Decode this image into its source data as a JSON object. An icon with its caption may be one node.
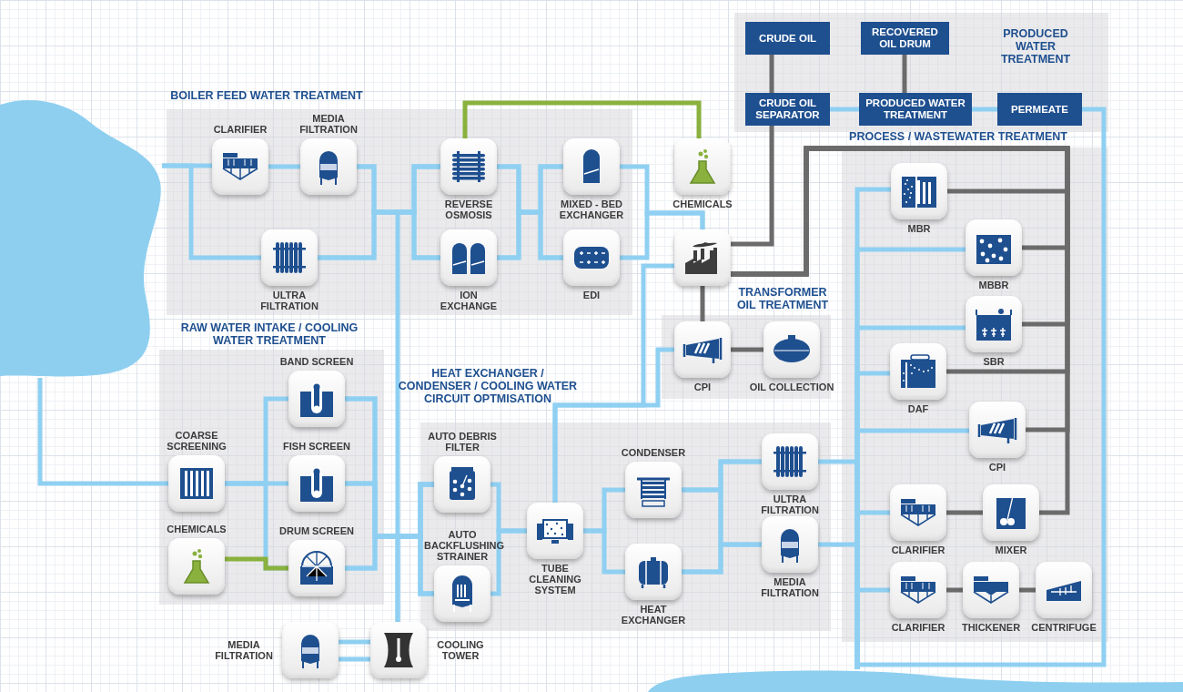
{
  "diagram": {
    "nodes": [
      {
        "text": [],
        "shape": "lake"
      },
      {
        "text": [
          "BOILER FEED WATER TREATMENT"
        ]
      },
      {
        "text": [
          "CLARIFIER"
        ],
        "in": 1
      },
      {
        "text": [
          "MEDIA FILTRATION"
        ],
        "in": 1
      },
      {
        "text": [
          "ULTRA FILTRATION"
        ],
        "in": 1
      },
      {
        "text": [
          "REVERSE OSMOSIS"
        ],
        "in": 1
      },
      {
        "text": [
          "ION EXCHANGE"
        ],
        "in": 1
      },
      {
        "text": [
          "MIXED - BED EXCHANGER"
        ],
        "in": 1
      },
      {
        "text": [
          "EDI"
        ],
        "in": 1
      },
      {
        "text": [
          "CHEMICALS"
        ]
      },
      {
        "text": [],
        "shape": "picture"
      },
      {
        "text": [
          "PRODUCED WATER TREATMENT"
        ]
      },
      {
        "text": [
          "CRUDE OIL"
        ],
        "in": 11
      },
      {
        "text": [
          "RECOVERED OIL DRUM"
        ],
        "in": 11
      },
      {
        "text": [
          "CRUDE OIL SEPARATOR"
        ],
        "in": 11
      },
      {
        "text": [
          "PRODUCED WATER TREATMENT"
        ],
        "in": 11
      },
      {
        "text": [
          "PERMEATE"
        ],
        "in": 11
      },
      {
        "text": [
          "TRANSFORMER OIL TREATMENT"
        ]
      },
      {
        "text": [
          "CPI"
        ],
        "in": 17
      },
      {
        "text": [
          "OIL COLLECTION"
        ],
        "in": 17
      },
      {
        "text": [
          "PROCESS / WASTEWATER TREATMENT"
        ]
      },
      {
        "text": [
          "MBR"
        ],
        "in": 20
      },
      {
        "text": [
          "MBBR"
        ],
        "in": 20
      },
      {
        "text": [
          "SBR"
        ],
        "in": 20
      },
      {
        "text": [
          "DAF"
        ],
        "in": 20
      },
      {
        "text": [
          "CPI"
        ],
        "in": 20
      },
      {
        "text": [
          "CLARIFIER"
        ],
        "in": 20
      },
      {
        "text": [
          "MIXER"
        ],
        "in": 20
      },
      {
        "text": [
          "CLARIFIER"
        ],
        "in": 20
      },
      {
        "text": [
          "THICKENER"
        ],
        "in": 20
      },
      {
        "text": [
          "CENTRIFUGE"
        ],
        "in": 20
      },
      {
        "text": [
          "RAW WATER INTAKE / COOLING WATER TREATMENT"
        ]
      },
      {
        "text": [
          "BAND SCREEN"
        ],
        "in": 31
      },
      {
        "text": [
          "COARSE SCREENING"
        ],
        "in": 31
      },
      {
        "text": [
          "FISH SCREEN"
        ],
        "in": 31
      },
      {
        "text": [
          "CHEMICALS"
        ],
        "in": 31
      },
      {
        "text": [
          "DRUM SCREEN"
        ],
        "in": 31
      },
      {
        "text": [
          "HEAT EXCHANGER / CONDENSER / COOLING WATER CIRCUIT OPTMISATION"
        ]
      },
      {
        "text": [
          "AUTO DEBRIS FILTER"
        ],
        "in": 37
      },
      {
        "text": [
          "AUTO BACKFLUSHING STRAINER"
        ],
        "in": 37
      },
      {
        "text": [
          "TUBE CLEANING SYSTEM"
        ],
        "in": 37
      },
      {
        "text": [
          "CONDENSER"
        ],
        "in": 37
      },
      {
        "text": [
          "HEAT EXCHANGER"
        ],
        "in": 37
      },
      {
        "text": [
          "ULTRA FILTRATION"
        ],
        "in": 37
      },
      {
        "text": [
          "MEDIA FILTRATION"
        ],
        "in": 37
      },
      {
        "text": [
          "MEDIA FILTRATION"
        ]
      },
      {
        "text": [
          "COOLING TOWER"
        ]
      },
      {
        "text": [],
        "shape": "lake"
      }
    ],
    "edges": [
      {
        "from": 0,
        "to": 2,
        "arrow": "none"
      },
      {
        "from": 0,
        "to": 4,
        "arrow": "none"
      },
      {
        "from": 2,
        "to": 3,
        "arrow": "none"
      },
      {
        "from": 3,
        "to": 5,
        "arrow": "none"
      },
      {
        "from": 3,
        "to": 6,
        "arrow": "none"
      },
      {
        "from": 4,
        "to": 5,
        "arrow": "none"
      },
      {
        "from": 4,
        "to": 6,
        "arrow": "none"
      },
      {
        "from": 5,
        "to": 7,
        "arrow": "none"
      },
      {
        "from": 5,
        "to": 8,
        "arrow": "none"
      },
      {
        "from": 6,
        "to": 7,
        "arrow": "none"
      },
      {
        "from": 6,
        "to": 8,
        "arrow": "none"
      },
      {
        "from": 7,
        "to": 10,
        "arrow": "none"
      },
      {
        "from": 8,
        "to": 10,
        "arrow": "none"
      },
      {
        "from": 9,
        "to": 5,
        "arrow": "none",
        "color": "#8ab13e"
      },
      {
        "from": 10,
        "to": 14,
        "arrow": "none",
        "color": "#6b6b6b"
      },
      {
        "from": 12,
        "to": 14,
        "arrow": "none",
        "color": "#6b6b6b"
      },
      {
        "from": 13,
        "to": 15,
        "arrow": "none",
        "color": "#6b6b6b"
      },
      {
        "from": 14,
        "to": 15,
        "arrow": "none"
      },
      {
        "from": 15,
        "to": 16,
        "arrow": "none"
      },
      {
        "from": 16,
        "to": 47,
        "arrow": "none"
      },
      {
        "from": 10,
        "to": 21,
        "arrow": "none",
        "color": "#6b6b6b"
      },
      {
        "from": 10,
        "to": 22,
        "arrow": "none",
        "color": "#6b6b6b"
      },
      {
        "from": 10,
        "to": 23,
        "arrow": "none",
        "color": "#6b6b6b"
      },
      {
        "from": 10,
        "to": 24,
        "arrow": "none",
        "color": "#6b6b6b"
      },
      {
        "from": 10,
        "to": 25,
        "arrow": "none",
        "color": "#6b6b6b"
      },
      {
        "from": 10,
        "to": 27,
        "arrow": "none",
        "color": "#6b6b6b"
      },
      {
        "from": 10,
        "to": 18,
        "arrow": "none",
        "color": "#6b6b6b"
      },
      {
        "from": 18,
        "to": 19,
        "arrow": "none",
        "color": "#6b6b6b"
      },
      {
        "from": 10,
        "to": 40,
        "arrow": "none"
      },
      {
        "from": 18,
        "to": 40,
        "arrow": "none"
      },
      {
        "from": 21,
        "to": 47,
        "arrow": "none"
      },
      {
        "from": 22,
        "to": 47,
        "arrow": "none"
      },
      {
        "from": 23,
        "to": 47,
        "arrow": "none"
      },
      {
        "from": 24,
        "to": 47,
        "arrow": "none"
      },
      {
        "from": 25,
        "to": 47,
        "arrow": "none"
      },
      {
        "from": 26,
        "to": 47,
        "arrow": "none"
      },
      {
        "from": 28,
        "to": 47,
        "arrow": "none"
      },
      {
        "from": 43,
        "to": 47,
        "arrow": "none"
      },
      {
        "from": 44,
        "to": 47,
        "arrow": "none"
      },
      {
        "from": 0,
        "to": 33,
        "arrow": "none"
      },
      {
        "from": 33,
        "to": 32,
        "arrow": "none"
      },
      {
        "from": 33,
        "to": 34,
        "arrow": "none"
      },
      {
        "from": 33,
        "to": 36,
        "arrow": "none"
      },
      {
        "from": 35,
        "to": 36,
        "arrow": "none",
        "color": "#8ab13e"
      },
      {
        "from": 32,
        "to": 38,
        "arrow": "none"
      },
      {
        "from": 32,
        "to": 39,
        "arrow": "none"
      },
      {
        "from": 34,
        "to": 38,
        "arrow": "none"
      },
      {
        "from": 34,
        "to": 39,
        "arrow": "none"
      },
      {
        "from": 36,
        "to": 38,
        "arrow": "none"
      },
      {
        "from": 36,
        "to": 39,
        "arrow": "none"
      },
      {
        "from": 46,
        "to": 38,
        "arrow": "none"
      },
      {
        "from": 46,
        "to": 5,
        "arrow": "none"
      },
      {
        "from": 45,
        "to": 46,
        "arrow": "none"
      },
      {
        "from": 45,
        "to": 46,
        "arrow": "none"
      },
      {
        "from": 38,
        "to": 40,
        "arrow": "none"
      },
      {
        "from": 39,
        "to": 40,
        "arrow": "none"
      },
      {
        "from": 40,
        "to": 41,
        "arrow": "none"
      },
      {
        "from": 40,
        "to": 42,
        "arrow": "none"
      },
      {
        "from": 41,
        "to": 43,
        "arrow": "none"
      },
      {
        "from": 41,
        "to": 44,
        "arrow": "none"
      },
      {
        "from": 42,
        "to": 43,
        "arrow": "none"
      },
      {
        "from": 42,
        "to": 44,
        "arrow": "none"
      },
      {
        "from": 26,
        "to": 27,
        "arrow": "none",
        "color": "#6b6b6b"
      },
      {
        "from": 28,
        "to": 29,
        "arrow": "none",
        "color": "#6b6b6b"
      },
      {
        "from": 29,
        "to": 30,
        "arrow": "none",
        "color": "#6b6b6b"
      }
    ]
  }
}
